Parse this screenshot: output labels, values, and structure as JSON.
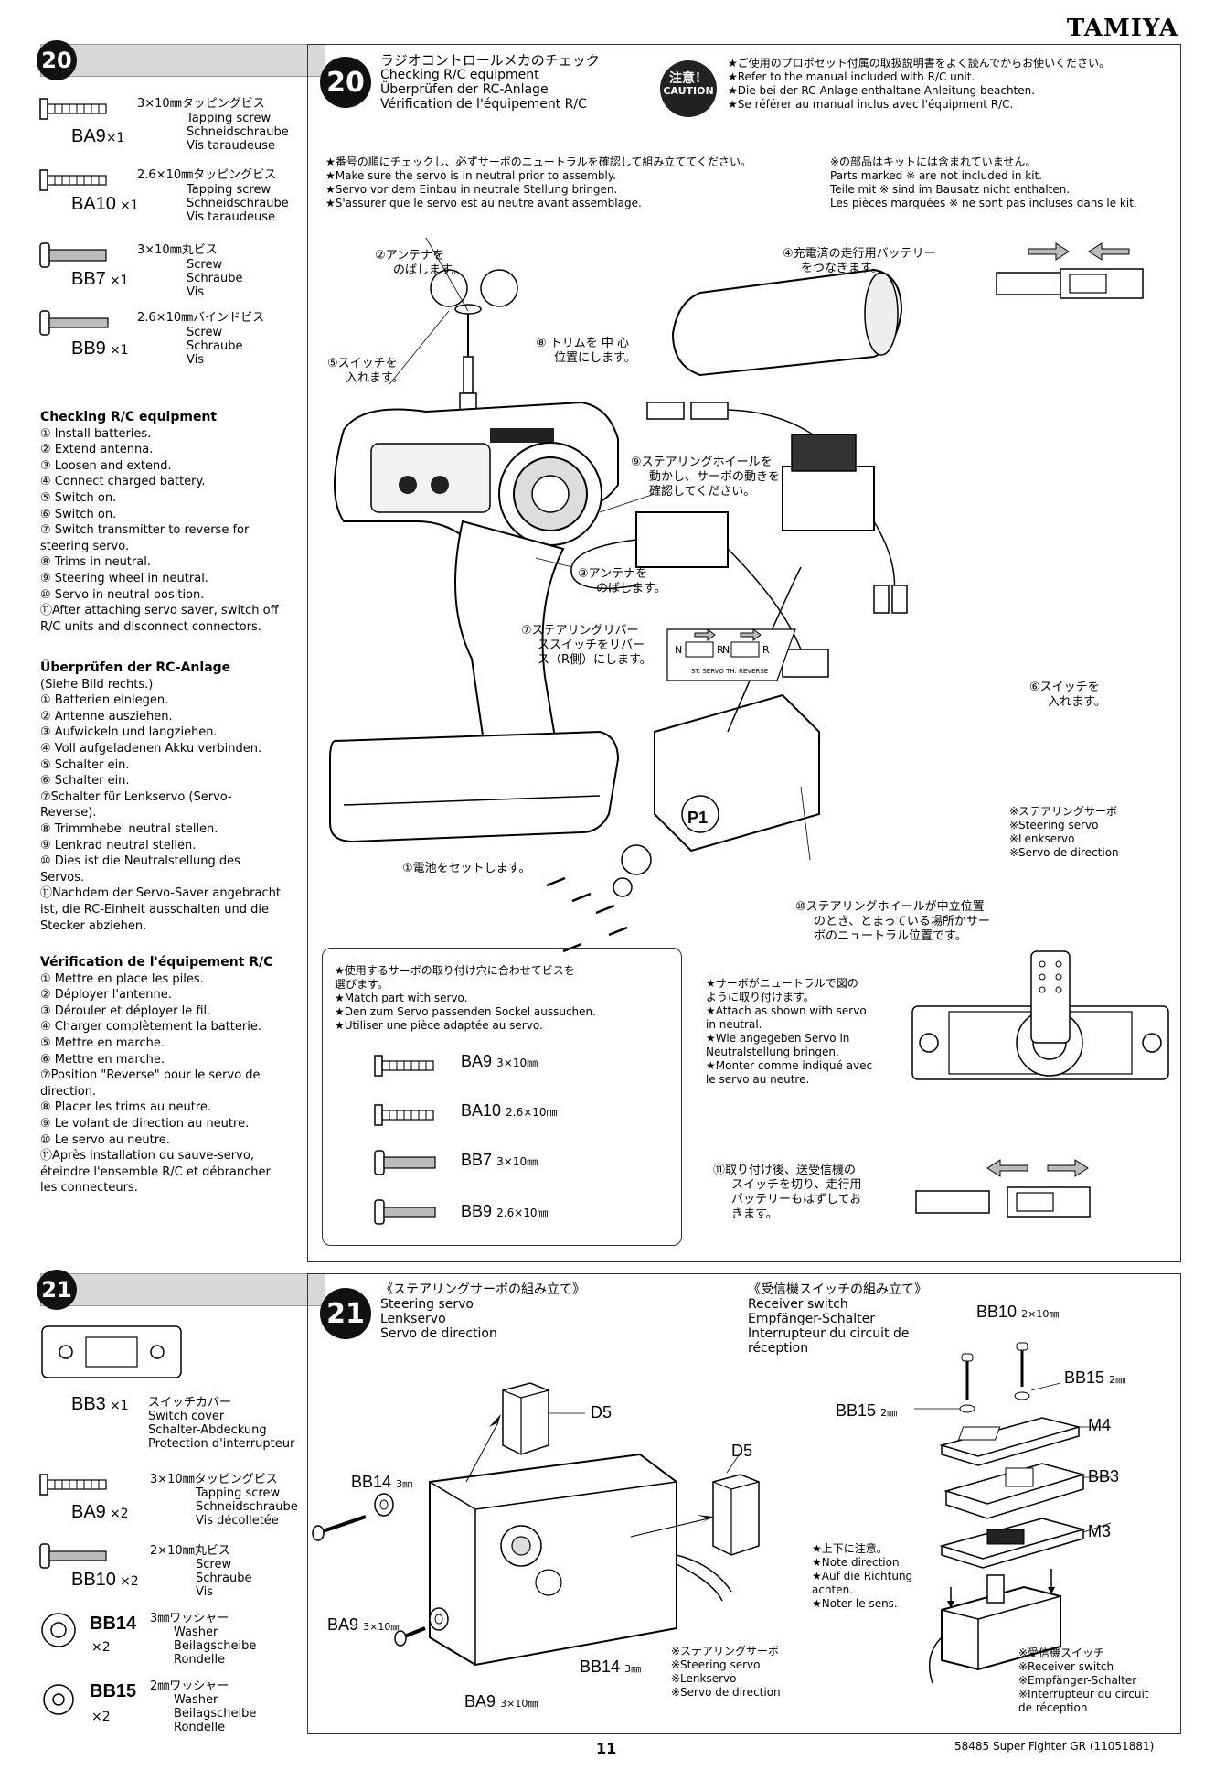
{
  "brand": "TAMIYA",
  "page_number": "11",
  "footer_model": "58485 Super Fighter GR (11051881)",
  "step20": {
    "number": "20",
    "title_jp": "ラジオコントロールメカのチェック",
    "title_en": "Checking R/C equipment",
    "title_de": "Überprüfen der RC-Anlage",
    "title_fr": "Vérification de l'équipement R/C",
    "caution_badge": "注意！",
    "caution_label": "CAUTION",
    "caution_jp": "★ご使用のプロポセット付属の取扱説明書をよく読んでからお使いください。",
    "caution_en": "★Refer to the manual included with R/C unit.",
    "caution_de": "★Die bei der RC-Anlage enthaltane Anleitung beachten.",
    "caution_fr": "★Se référer au manual inclus avec l'équipment R/C.",
    "neutral_jp": "★番号の順にチェックし、必ずサーボのニュートラルを確認して組み立ててください。",
    "neutral_en": "★Make sure the servo is in neutral prior to assembly.",
    "neutral_de": "★Servo vor dem Einbau in neutrale Stellung bringen.",
    "neutral_fr": "★S'assurer que le servo est au neutre avant assemblage.",
    "notincl_jp": "※の部品はキットには含まれていません。",
    "notincl_en": "Parts marked ※ are not included in kit.",
    "notincl_de": "Teile mit ※ sind im Bausatz nicht enthalten.",
    "notincl_fr": "Les pièces marquées ※ ne sont pas incluses dans le kit.",
    "parts": [
      {
        "code": "BA9",
        "qty": "×1",
        "size_jp": "3×10㎜タッピングビス",
        "en": "Tapping screw",
        "de": "Schneidschraube",
        "fr": "Vis taraudeuse"
      },
      {
        "code": "BA10",
        "qty": "×1",
        "size_jp": "2.6×10㎜タッピングビス",
        "en": "Tapping screw",
        "de": "Schneidschraube",
        "fr": "Vis taraudeuse"
      },
      {
        "code": "BB7",
        "qty": "×1",
        "size_jp": "3×10㎜丸ビス",
        "en": "Screw",
        "de": "Schraube",
        "fr": "Vis"
      },
      {
        "code": "BB9",
        "qty": "×1",
        "size_jp": "2.6×10㎜バインドビス",
        "en": "Screw",
        "de": "Schraube",
        "fr": "Vis"
      }
    ],
    "list_en_title": "Checking R/C equipment",
    "list_en": [
      "① Install batteries.",
      "② Extend antenna.",
      "③ Loosen and extend.",
      "④ Connect charged battery.",
      "⑤ Switch on.",
      "⑥ Switch on.",
      "⑦ Switch transmitter to reverse for",
      "steering servo.",
      "⑧ Trims in neutral.",
      "⑨ Steering wheel in neutral.",
      "⑩ Servo in neutral position.",
      "⑪After attaching servo saver, switch off",
      "R/C units and disconnect connectors."
    ],
    "list_de_title": "Überprüfen der RC-Anlage",
    "list_de": [
      "(Siehe Bild rechts.)",
      "① Batterien einlegen.",
      "② Antenne ausziehen.",
      "③ Aufwickeln und langziehen.",
      "④ Voll aufgeladenen Akku verbinden.",
      "⑤ Schalter ein.",
      "⑥ Schalter ein.",
      "⑦Schalter für Lenkservo (Servo-",
      "Reverse).",
      "⑧ Trimmhebel neutral stellen.",
      "⑨ Lenkrad neutral stellen.",
      "⑩ Dies ist die Neutralstellung des",
      "Servos.",
      "⑪Nachdem der Servo-Saver angebracht",
      "ist, die RC-Einheit ausschalten und die",
      "Stecker abziehen."
    ],
    "list_fr_title": "Vérification de l'équipement R/C",
    "list_fr": [
      "① Mettre en place les piles.",
      "② Déployer l'antenne.",
      "③ Dérouler et déployer le fil.",
      "④ Charger complètement la batterie.",
      "⑤ Mettre en marche.",
      "⑥ Mettre en marche.",
      "⑦Position \"Reverse\" pour le servo de",
      "direction.",
      "⑧ Placer les trims au neutre.",
      "⑨ Le volant de direction au neutre.",
      "⑩ Le servo au neutre.",
      "⑪Après installation du sauve-servo,",
      "éteindre l'ensemble R/C et débrancher",
      "les connecteurs."
    ],
    "callout_2": [
      "②アンテナを",
      "のばします。"
    ],
    "callout_4": [
      "④充電済の走行用バッテリー",
      "をつなぎます。"
    ],
    "callout_5": [
      "⑤スイッチを",
      "入れます。"
    ],
    "callout_8": [
      "⑧ トリムを 中 心",
      "位置にします。"
    ],
    "callout_9": [
      "⑨ステアリングホイールを",
      "動かし、サーボの動きを",
      "確認してください。"
    ],
    "callout_3": [
      "③アンテナを",
      "のばします。"
    ],
    "callout_7": [
      "⑦ステアリングリバー",
      "ススイッチをリバー",
      "ス（R側）にします。"
    ],
    "callout_6": [
      "⑥スイッチを",
      "入れます。"
    ],
    "callout_1": "①電池をセットします。",
    "callout_10": [
      "⑩ステアリングホイールが中立位置",
      "のとき、とまっている場所かサー",
      "ボのニュートラル位置です。"
    ],
    "callout_11": [
      "⑪取り付け後、送受信機の",
      "スイッチを切り、走行用",
      "バッテリーもはずしてお",
      "きます。"
    ],
    "servo_note": [
      "※ステアリングサーボ",
      "※Steering servo",
      "※Lenkservo",
      "※Servo de direction"
    ],
    "p1_label": "P1",
    "match_jp": [
      "★使用するサーボの取り付け穴に合わせてビスを",
      "選びます。"
    ],
    "match_en": "★Match part with servo.",
    "match_de": "★Den zum Servo passenden Sockel aussuchen.",
    "match_fr": "★Utiliser une pièce adaptée au servo.",
    "screw_options": [
      {
        "code": "BA9",
        "size": "3×10㎜"
      },
      {
        "code": "BA10",
        "size": "2.6×10㎜"
      },
      {
        "code": "BB7",
        "size": "3×10㎜"
      },
      {
        "code": "BB9",
        "size": "2.6×10㎜"
      }
    ],
    "attach_jp": [
      "★サーボがニュートラルで図の",
      "ように取り付けます。"
    ],
    "attach_en": [
      "★Attach as shown with servo",
      "in neutral."
    ],
    "attach_de": [
      "★Wie angegeben Servo in",
      "Neutralstellung bringen."
    ],
    "attach_fr": [
      "★Monter comme indiqué avec",
      "le servo au neutre."
    ],
    "reverse_labels": [
      "N",
      "R",
      "N",
      "R"
    ],
    "reverse_caption": "ST.  SERVO  TH.  REVERSE"
  },
  "step21": {
    "number": "21",
    "steering_jp": "《ステアリングサーボの組み立て》",
    "steering_en": "Steering servo",
    "steering_de": "Lenkservo",
    "steering_fr": "Servo de direction",
    "receiver_jp": "《受信機スイッチの組み立て》",
    "receiver_en": "Receiver switch",
    "receiver_de": "Empfänger-Schalter",
    "receiver_fr1": "Interrupteur du circuit de",
    "receiver_fr2": "réception",
    "parts": [
      {
        "code": "BB3",
        "qty": "×1",
        "size_jp": "スイッチカバー",
        "en": "Switch cover",
        "de": "Schalter-Abdeckung",
        "fr": "Protection d'interrupteur"
      },
      {
        "code": "BA9",
        "qty": "×2",
        "size_jp": "3×10㎜タッピングビス",
        "en": "Tapping screw",
        "de": "Schneidschraube",
        "fr": "Vis décolletée"
      },
      {
        "code": "BB10",
        "qty": "×2",
        "size_jp": "2×10㎜丸ビス",
        "en": "Screw",
        "de": "Schraube",
        "fr": "Vis"
      },
      {
        "code": "BB14",
        "qty": "×2",
        "size_jp": "3㎜ワッシャー",
        "en": "Washer",
        "de": "Beilagscheibe",
        "fr": "Rondelle"
      },
      {
        "code": "BB15",
        "qty": "×2",
        "size_jp": "2㎜ワッシャー",
        "en": "Washer",
        "de": "Beilagscheibe",
        "fr": "Rondelle"
      }
    ],
    "label_d5a": "D5",
    "label_d5b": "D5",
    "label_bb14a": "BB14",
    "label_bb14a_size": "3㎜",
    "label_bb14b": "BB14",
    "label_bb14b_size": "3㎜",
    "label_ba9a": "BA9",
    "label_ba9a_size": "3×10㎜",
    "label_ba9b": "BA9",
    "label_ba9b_size": "3×10㎜",
    "label_bb10": "BB10",
    "label_bb10_size": "2×10㎜",
    "label_bb15a": "BB15",
    "label_bb15a_size": "2㎜",
    "label_bb15b": "BB15",
    "label_bb15b_size": "2㎜",
    "label_m4": "M4",
    "label_bb3": "BB3",
    "label_m3": "M3",
    "direction_jp": "★上下に注意。",
    "direction_en": "★Note direction.",
    "direction_de1": "★Auf die Richtung",
    "direction_de2": "achten.",
    "direction_fr": "★Noter le sens.",
    "servo_note": [
      "※ステアリングサーボ",
      "※Steering servo",
      "※Lenkservo",
      "※Servo de direction"
    ],
    "receiver_note": [
      "※受信機スイッチ",
      "※Receiver switch",
      "※Empfänger-Schalter",
      "※Interrupteur du circuit",
      "de réception"
    ]
  }
}
